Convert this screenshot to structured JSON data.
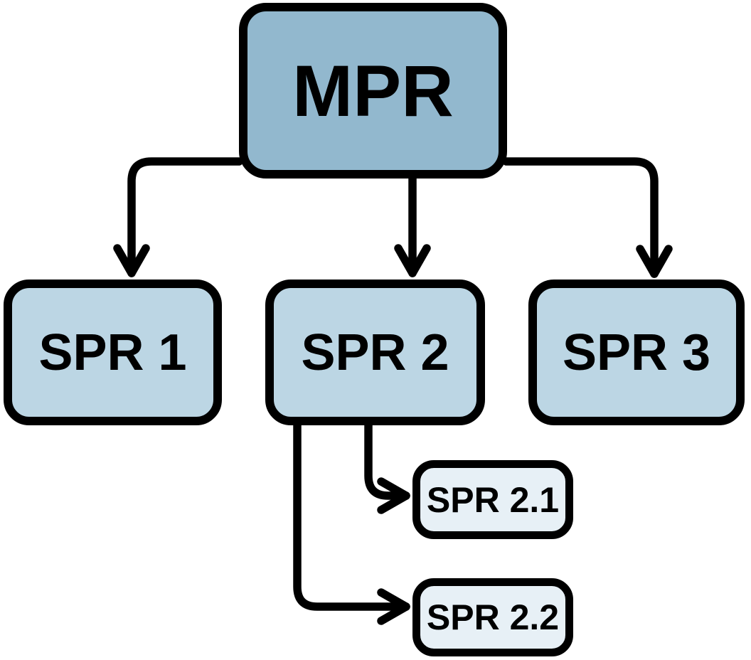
{
  "diagram": {
    "type": "hierarchy-flowchart",
    "nodes": {
      "mpr": {
        "label": "MPR",
        "level": 1
      },
      "spr1": {
        "label": "SPR 1",
        "level": 2
      },
      "spr2": {
        "label": "SPR 2",
        "level": 2
      },
      "spr3": {
        "label": "SPR 3",
        "level": 2
      },
      "spr2_1": {
        "label": "SPR 2.1",
        "level": 3
      },
      "spr2_2": {
        "label": "SPR 2.2",
        "level": 3
      }
    },
    "edges": [
      {
        "from": "MPR",
        "to": "SPR 1"
      },
      {
        "from": "MPR",
        "to": "SPR 2"
      },
      {
        "from": "MPR",
        "to": "SPR 3"
      },
      {
        "from": "SPR 2",
        "to": "SPR 2.1"
      },
      {
        "from": "SPR 2",
        "to": "SPR 2.2"
      }
    ],
    "colors": {
      "root_fill": "#92B8CE",
      "child_fill": "#BCD6E4",
      "grandchild_fill": "#E7F0F6",
      "outline": "#000000",
      "background": "#FFFFFF",
      "text": "#000000"
    }
  }
}
